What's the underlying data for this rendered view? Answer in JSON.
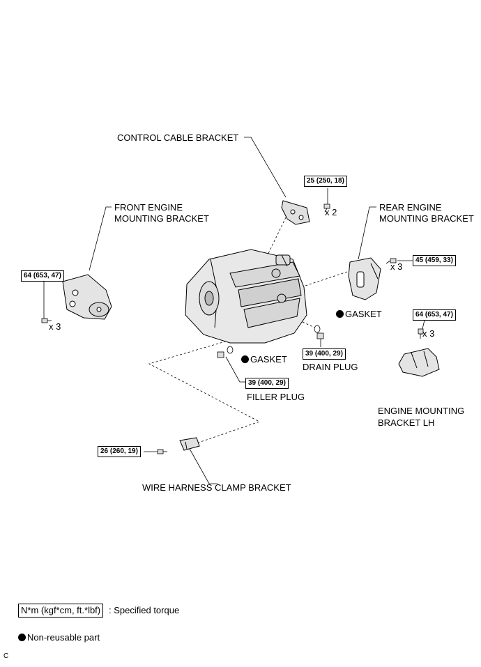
{
  "labels": {
    "control_cable_bracket": "CONTROL CABLE BRACKET",
    "front_engine_mounting_bracket_1": "FRONT ENGINE",
    "front_engine_mounting_bracket_2": "MOUNTING BRACKET",
    "rear_engine_mounting_bracket_1": "REAR ENGINE",
    "rear_engine_mounting_bracket_2": "MOUNTING BRACKET",
    "gasket_right": "GASKET",
    "gasket_left": "GASKET",
    "drain_plug": "DRAIN PLUG",
    "filler_plug": "FILLER PLUG",
    "engine_mounting_bracket_lh_1": "ENGINE MOUNTING",
    "engine_mounting_bracket_lh_2": "BRACKET LH",
    "wire_harness_clamp_bracket": "WIRE HARNESS CLAMP BRACKET"
  },
  "torques": {
    "control_cable_bracket": "25 (250, 18)",
    "front_engine_mounting": "64 (653, 47)",
    "rear_engine_mounting": "45 (459, 33)",
    "engine_mounting_lh": "64 (653, 47)",
    "drain_plug": "39 (400, 29)",
    "filler_plug": "39 (400, 29)",
    "wire_harness_clamp": "26 (260, 19)"
  },
  "quantities": {
    "control_cable_bolts": "x 2",
    "front_mount_bolts": "x 3",
    "rear_mount_bolts": "x 3",
    "lh_mount_bolts": "x 3"
  },
  "legend": {
    "torque_unit": "N*m (kgf*cm, ft.*lbf)",
    "torque_desc": ": Specified torque",
    "nonreusable_desc": "Non-reusable part"
  },
  "corner_mark": "C"
}
